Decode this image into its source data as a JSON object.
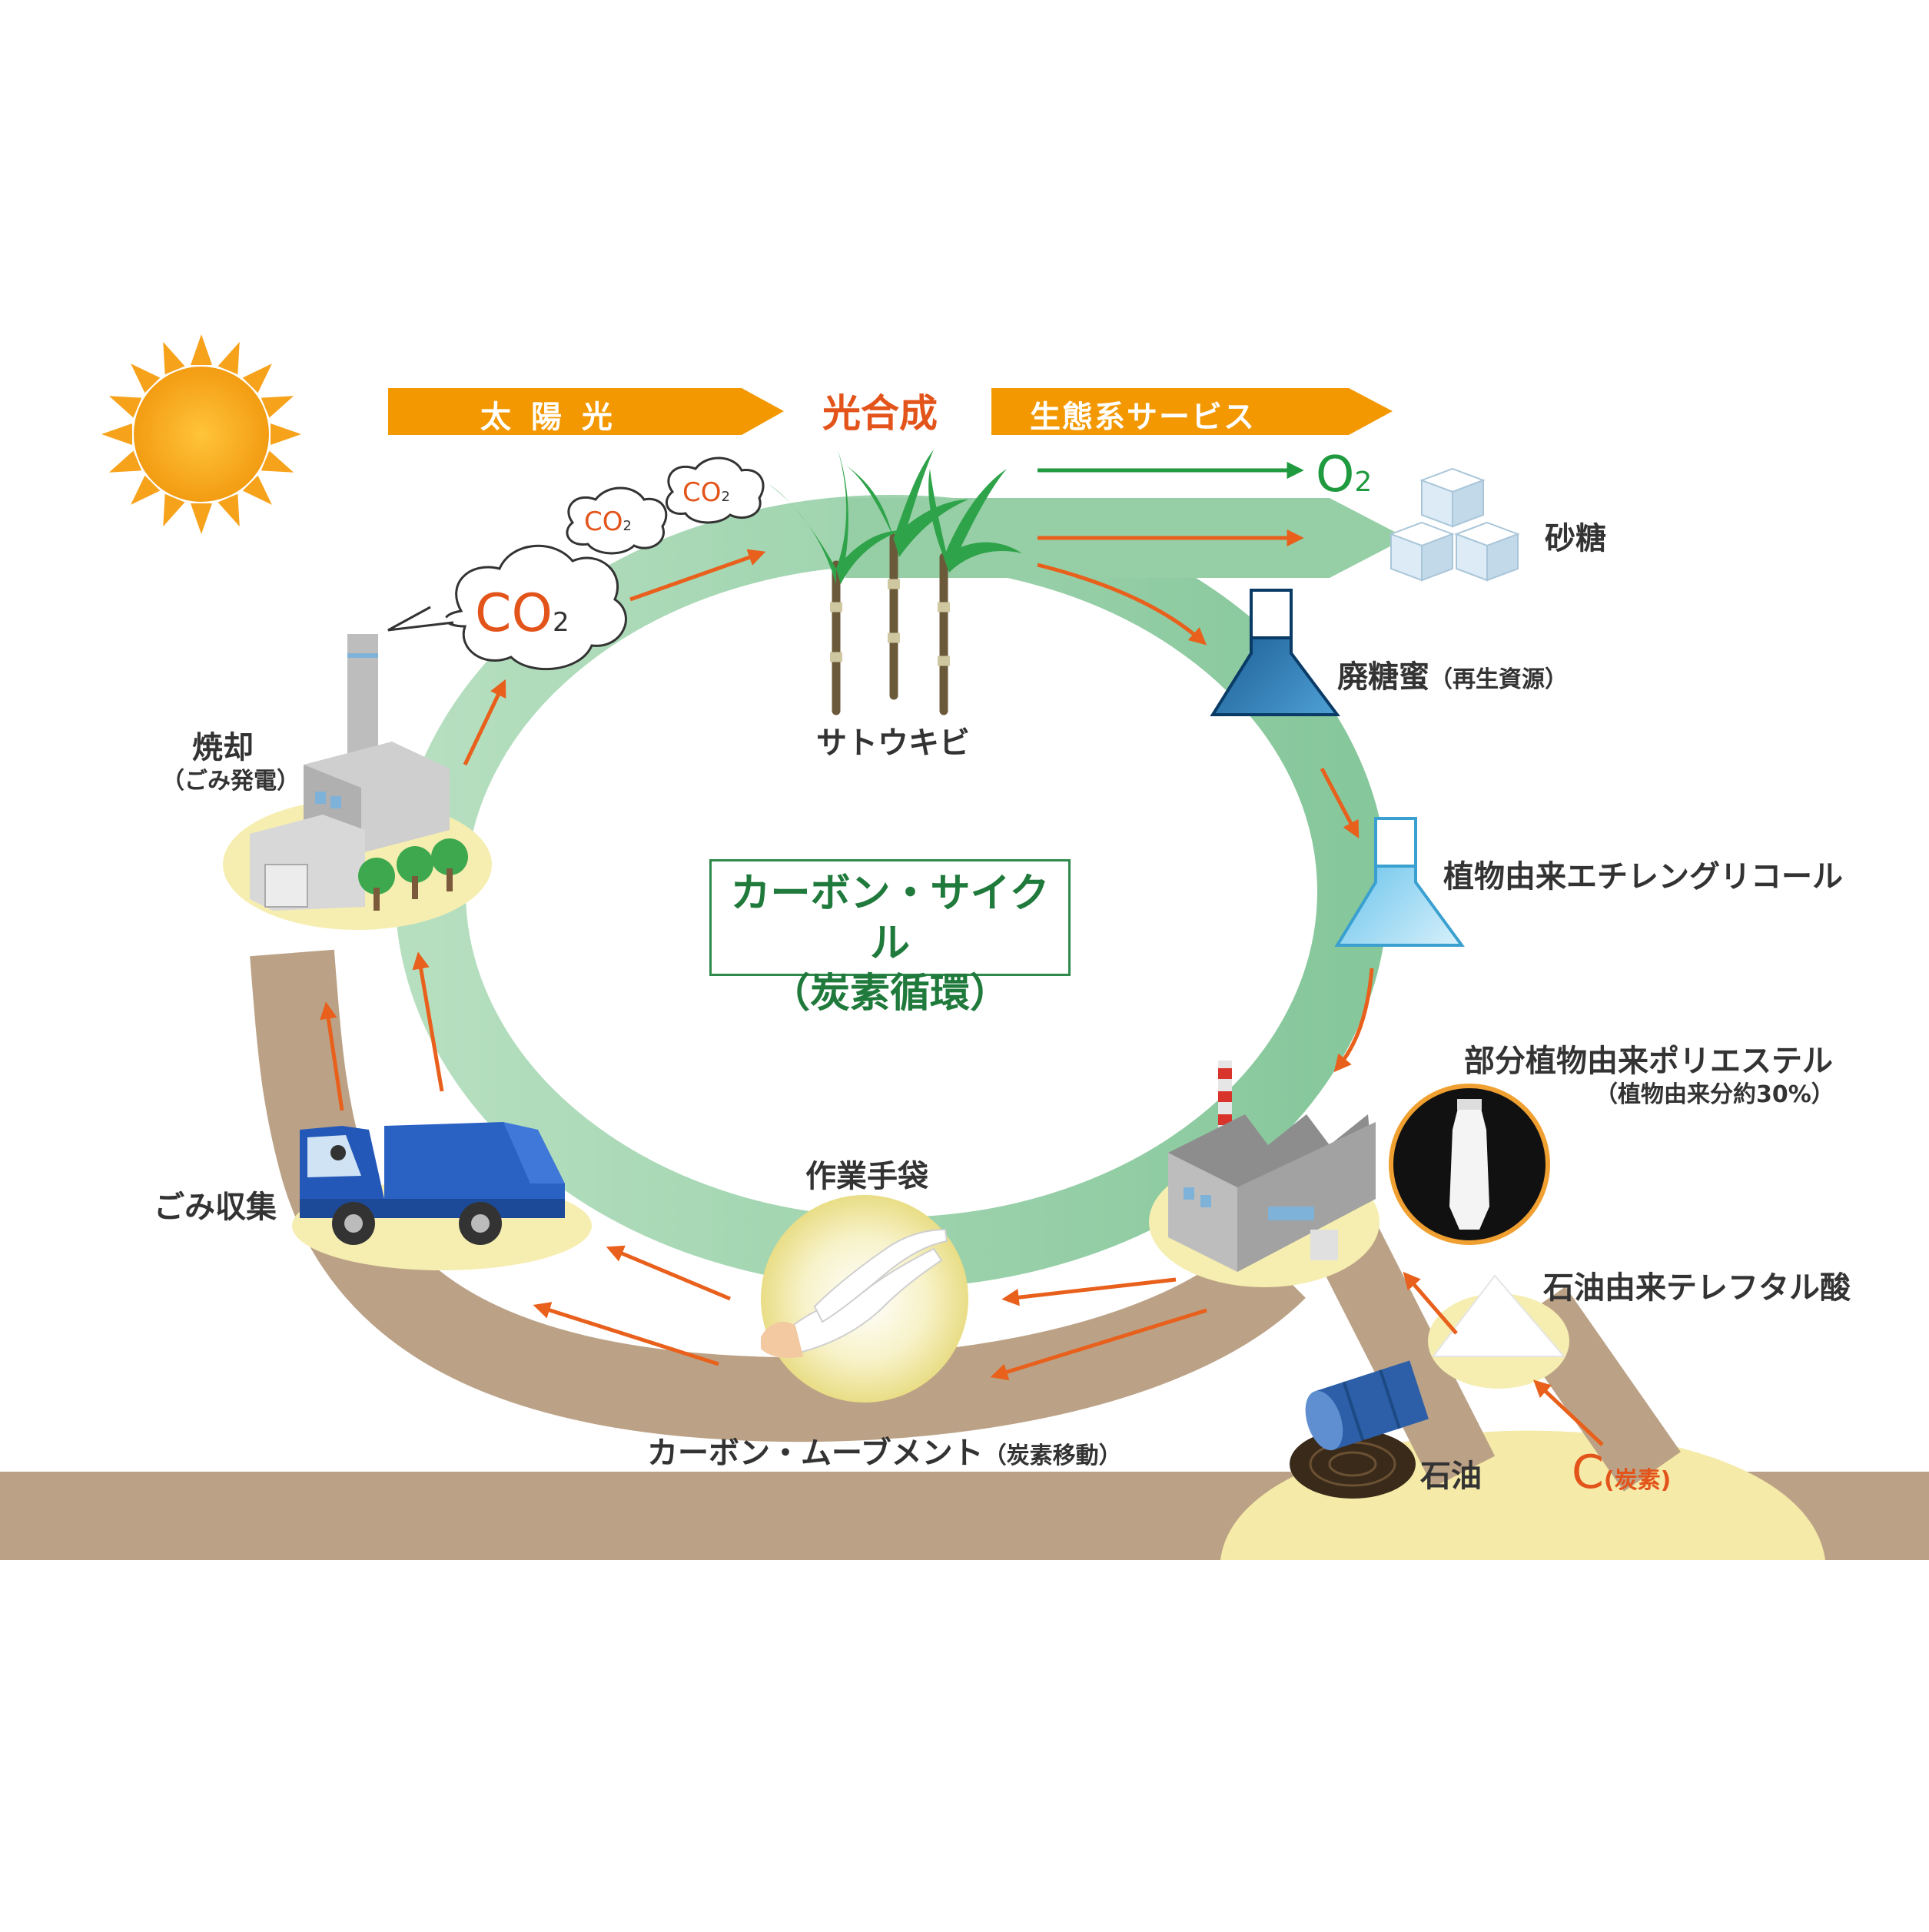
{
  "banners": {
    "sunlight": "太 陽 光",
    "ecosystem_services": "生態系サービス"
  },
  "photosynthesis": "光合成",
  "cycle_title": {
    "line1": "カーボン・サイクル",
    "line2": "（炭素循環）"
  },
  "nodes": {
    "sugarcane": "サトウキビ",
    "oxygen": {
      "main": "O",
      "sub": "2"
    },
    "sugar": "砂糖",
    "molasses": {
      "main": "廃糖蜜",
      "note": "（再生資源）"
    },
    "ethylene_glycol": "植物由来エチレングリコール",
    "polyester": {
      "main": "部分植物由来ポリエステル",
      "note": "（植物由来分約30%）"
    },
    "terephthalic_acid": "石油由来テレフタル酸",
    "oil": "石油",
    "carbon": {
      "main": "C",
      "note": "(炭素)"
    },
    "gloves": "作業手袋",
    "garbage_collection": "ごみ収集",
    "incineration": {
      "main": "焼却",
      "note": "（ごみ発電）"
    }
  },
  "co2": {
    "main": "CO",
    "sub": "2"
  },
  "movement": {
    "main": "カーボン・ムーブメント",
    "note": "（炭素移動）"
  },
  "colors": {
    "cycle_green": "#a9d8b6",
    "earth_brown": "#bba286",
    "arrow_orange": "#e8601c",
    "banner_orange": "#f39800",
    "title_green": "#1f7a3c",
    "oxygen_green": "#1f9a3e",
    "halo_yellow": "#f6eeb0"
  }
}
